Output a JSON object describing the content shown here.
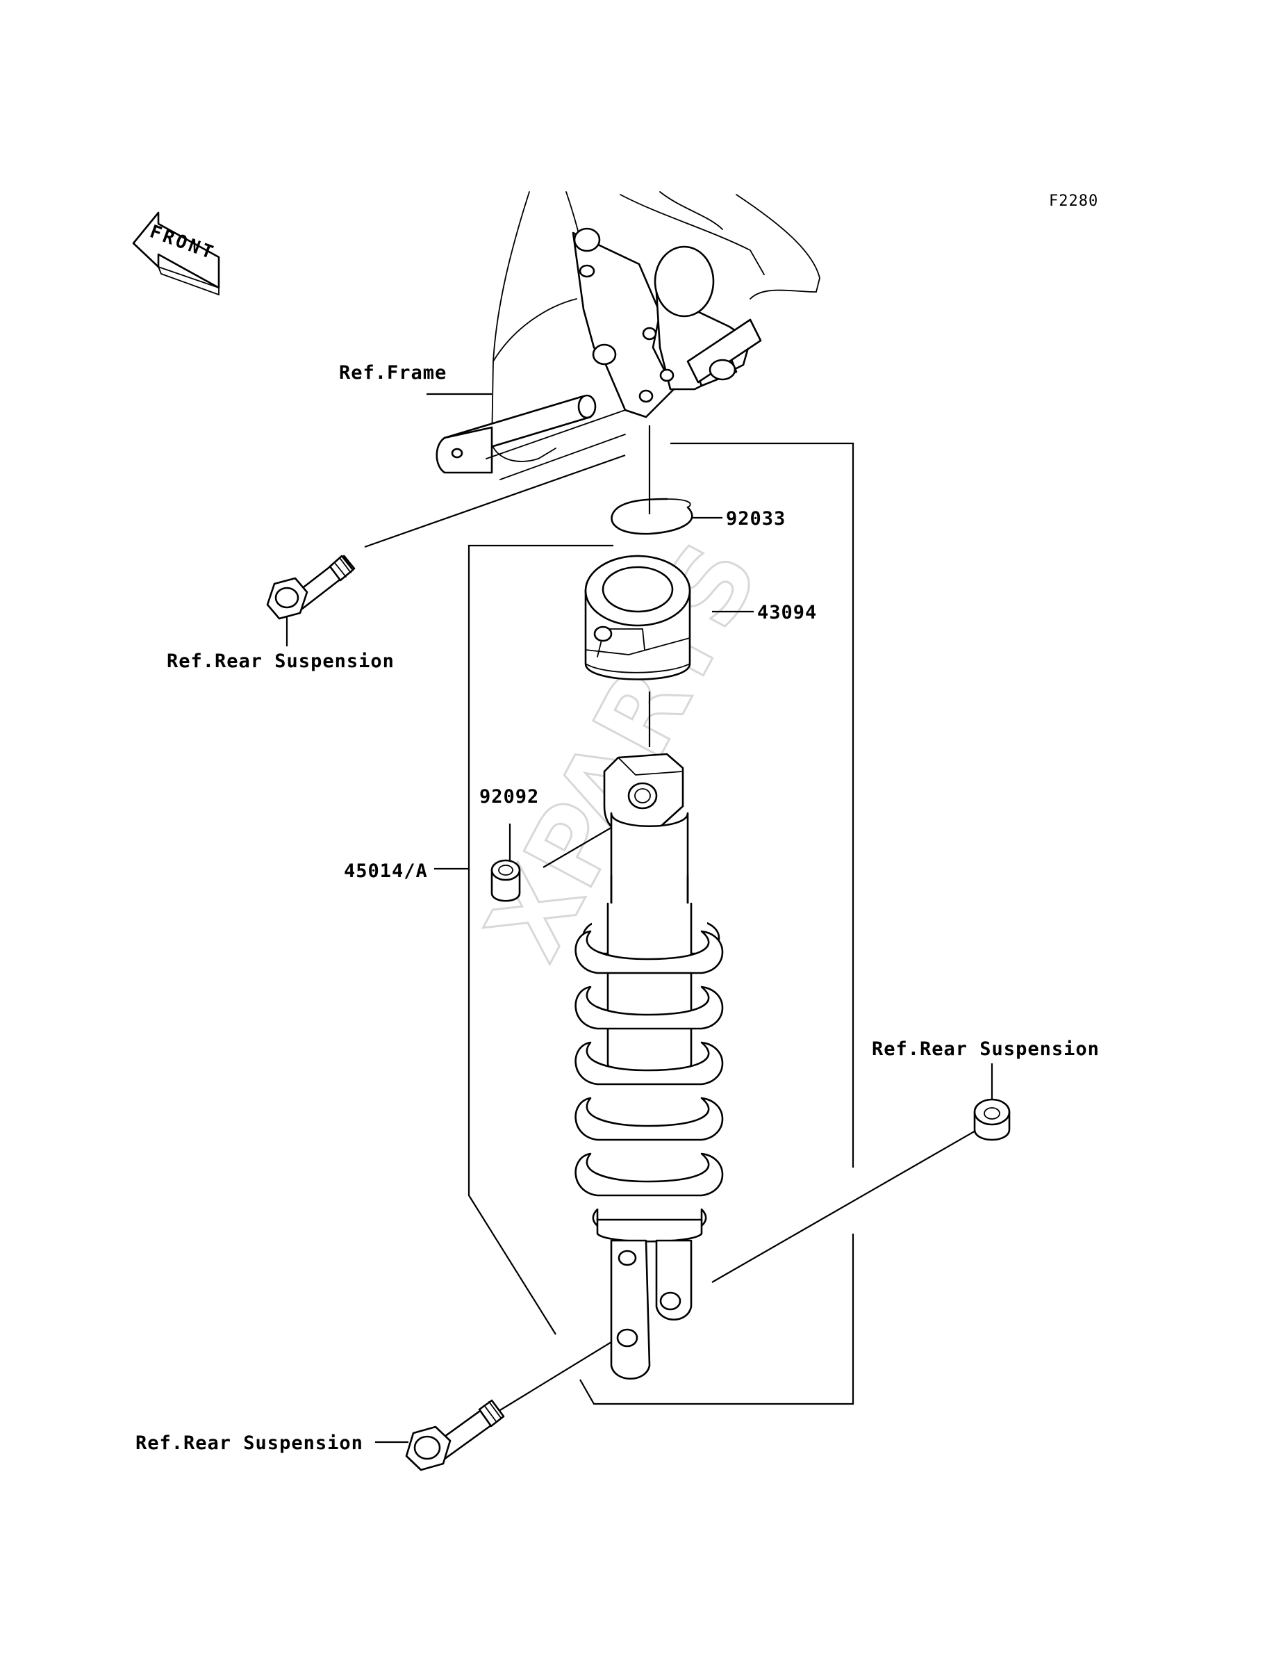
{
  "diagram": {
    "code": "F2280",
    "front_label": "FRONT",
    "watermark": "XPARTS",
    "labels": {
      "ref_frame": "Ref.Frame",
      "ref_rear_suspension_bolt_top": "Ref.Rear Suspension",
      "ref_rear_suspension_nut": "Ref.Rear Suspension",
      "ref_rear_suspension_bolt_bottom": "Ref.Rear Suspension",
      "part_92033": "92033",
      "part_43094": "43094",
      "part_92092": "92092",
      "part_45014a": "45014/A"
    }
  }
}
